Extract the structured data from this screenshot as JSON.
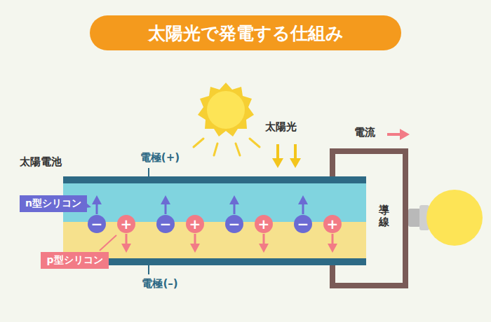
{
  "diagram": {
    "title": "太陽光で発電する仕組み",
    "nodes": [
      {
        "text": [
          "n型シリコン"
        ]
      },
      {
        "text": [
          "−"
        ]
      },
      {
        "text": [
          "+"
        ]
      },
      {
        "text": [
          "−"
        ]
      },
      {
        "text": [
          "+"
        ]
      },
      {
        "text": [
          "−"
        ]
      },
      {
        "text": [
          "+"
        ]
      },
      {
        "text": [
          "−"
        ]
      },
      {
        "text": [
          "+"
        ]
      },
      {
        "text": [
          "p型シリコン"
        ]
      }
    ],
    "labels": [
      "太陽光",
      "電流",
      "太陽電池",
      "電極(+)",
      "導線",
      "電極(–)"
    ]
  }
}
